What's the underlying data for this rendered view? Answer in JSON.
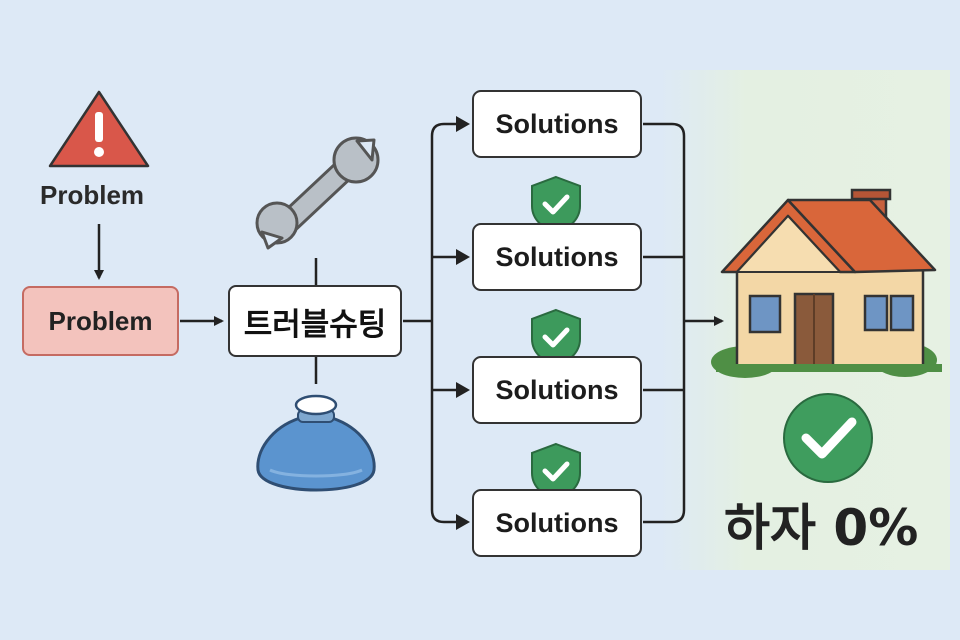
{
  "problem_top": {
    "label": "Problem",
    "icon": "warning-icon"
  },
  "problem_box": {
    "label": "Problem"
  },
  "troubleshoot": {
    "label": "트러블슈팅",
    "icons": [
      "wrench-icon",
      "ice-pack-icon"
    ]
  },
  "solutions": [
    {
      "label": "Solutions",
      "checked": false
    },
    {
      "label": "Solutions",
      "checked": true
    },
    {
      "label": "Solutions",
      "checked": true
    },
    {
      "label": "Solutions",
      "checked": true
    }
  ],
  "result": {
    "label": "하자 0%",
    "icons": [
      "house-icon",
      "check-circle-icon"
    ]
  },
  "colors": {
    "background": "#dde9f6",
    "problem_fill": "#f3c3bd",
    "warning": "#d9574a",
    "shield": "#3d9a5c",
    "check_circle": "#3f9d5e",
    "roof": "#d9663a",
    "wall": "#f3d7a6"
  }
}
